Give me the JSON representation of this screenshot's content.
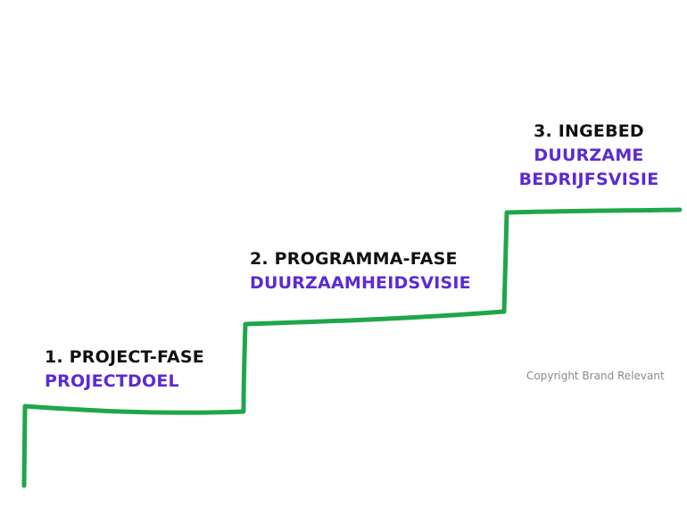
{
  "colors": {
    "stairs": "#1fa64a",
    "title": "#111111",
    "subtitle": "#5b2ad6",
    "copyright": "#8a8a8a"
  },
  "steps": [
    {
      "title": "1. PROJECT-FASE",
      "subtitle": "PROJECTDOEL"
    },
    {
      "title": "2. PROGRAMMA-FASE",
      "subtitle": "DUURZAAMHEIDSVISIE"
    },
    {
      "title": "3. INGEBED",
      "subtitle": "DUURZAME BEDRIJFSVISIE"
    }
  ],
  "copyright": "Copyright Brand Relevant"
}
